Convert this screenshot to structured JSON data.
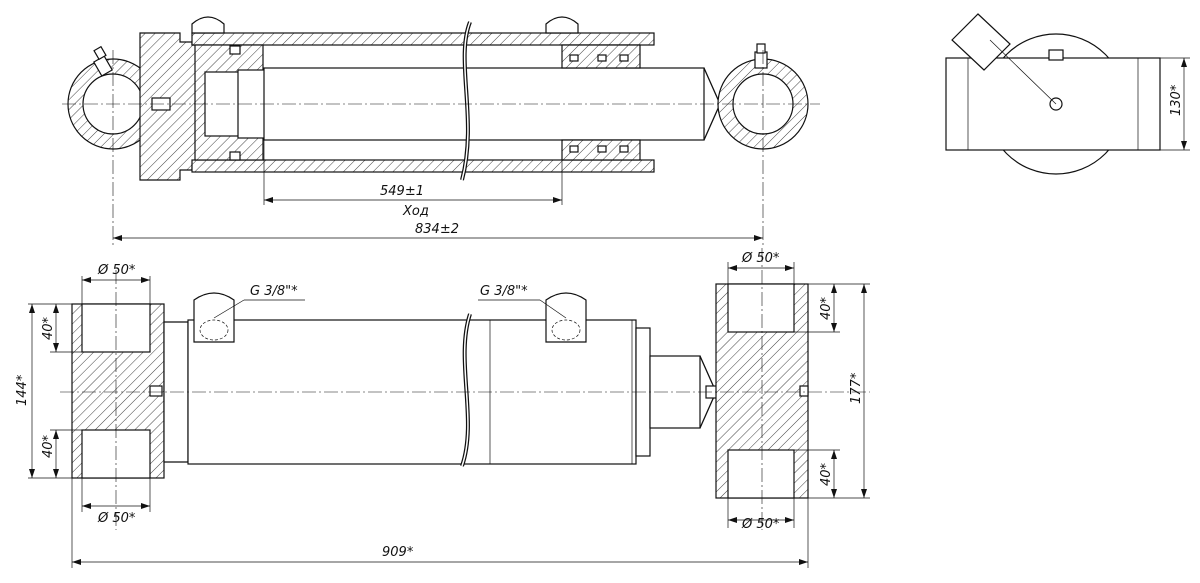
{
  "dimensions": {
    "stroke": "549±1",
    "stroke_word": "Ход",
    "pin_centers": "834±2",
    "diam_top_left": "Ø 50*",
    "diam_bottom_left": "Ø 50*",
    "diam_top_right": "Ø 50*",
    "diam_bottom_right": "Ø 50*",
    "bush_top_left": "40*",
    "bush_bottom_left": "40*",
    "bush_top_right": "40*",
    "bush_bottom_right": "40*",
    "left_axle_length": "144*",
    "right_axle_length": "177*",
    "overall_width": "909*",
    "end_view_width": "130*"
  },
  "ports": {
    "left": "G 3/8\"*",
    "right": "G 3/8\"*"
  }
}
